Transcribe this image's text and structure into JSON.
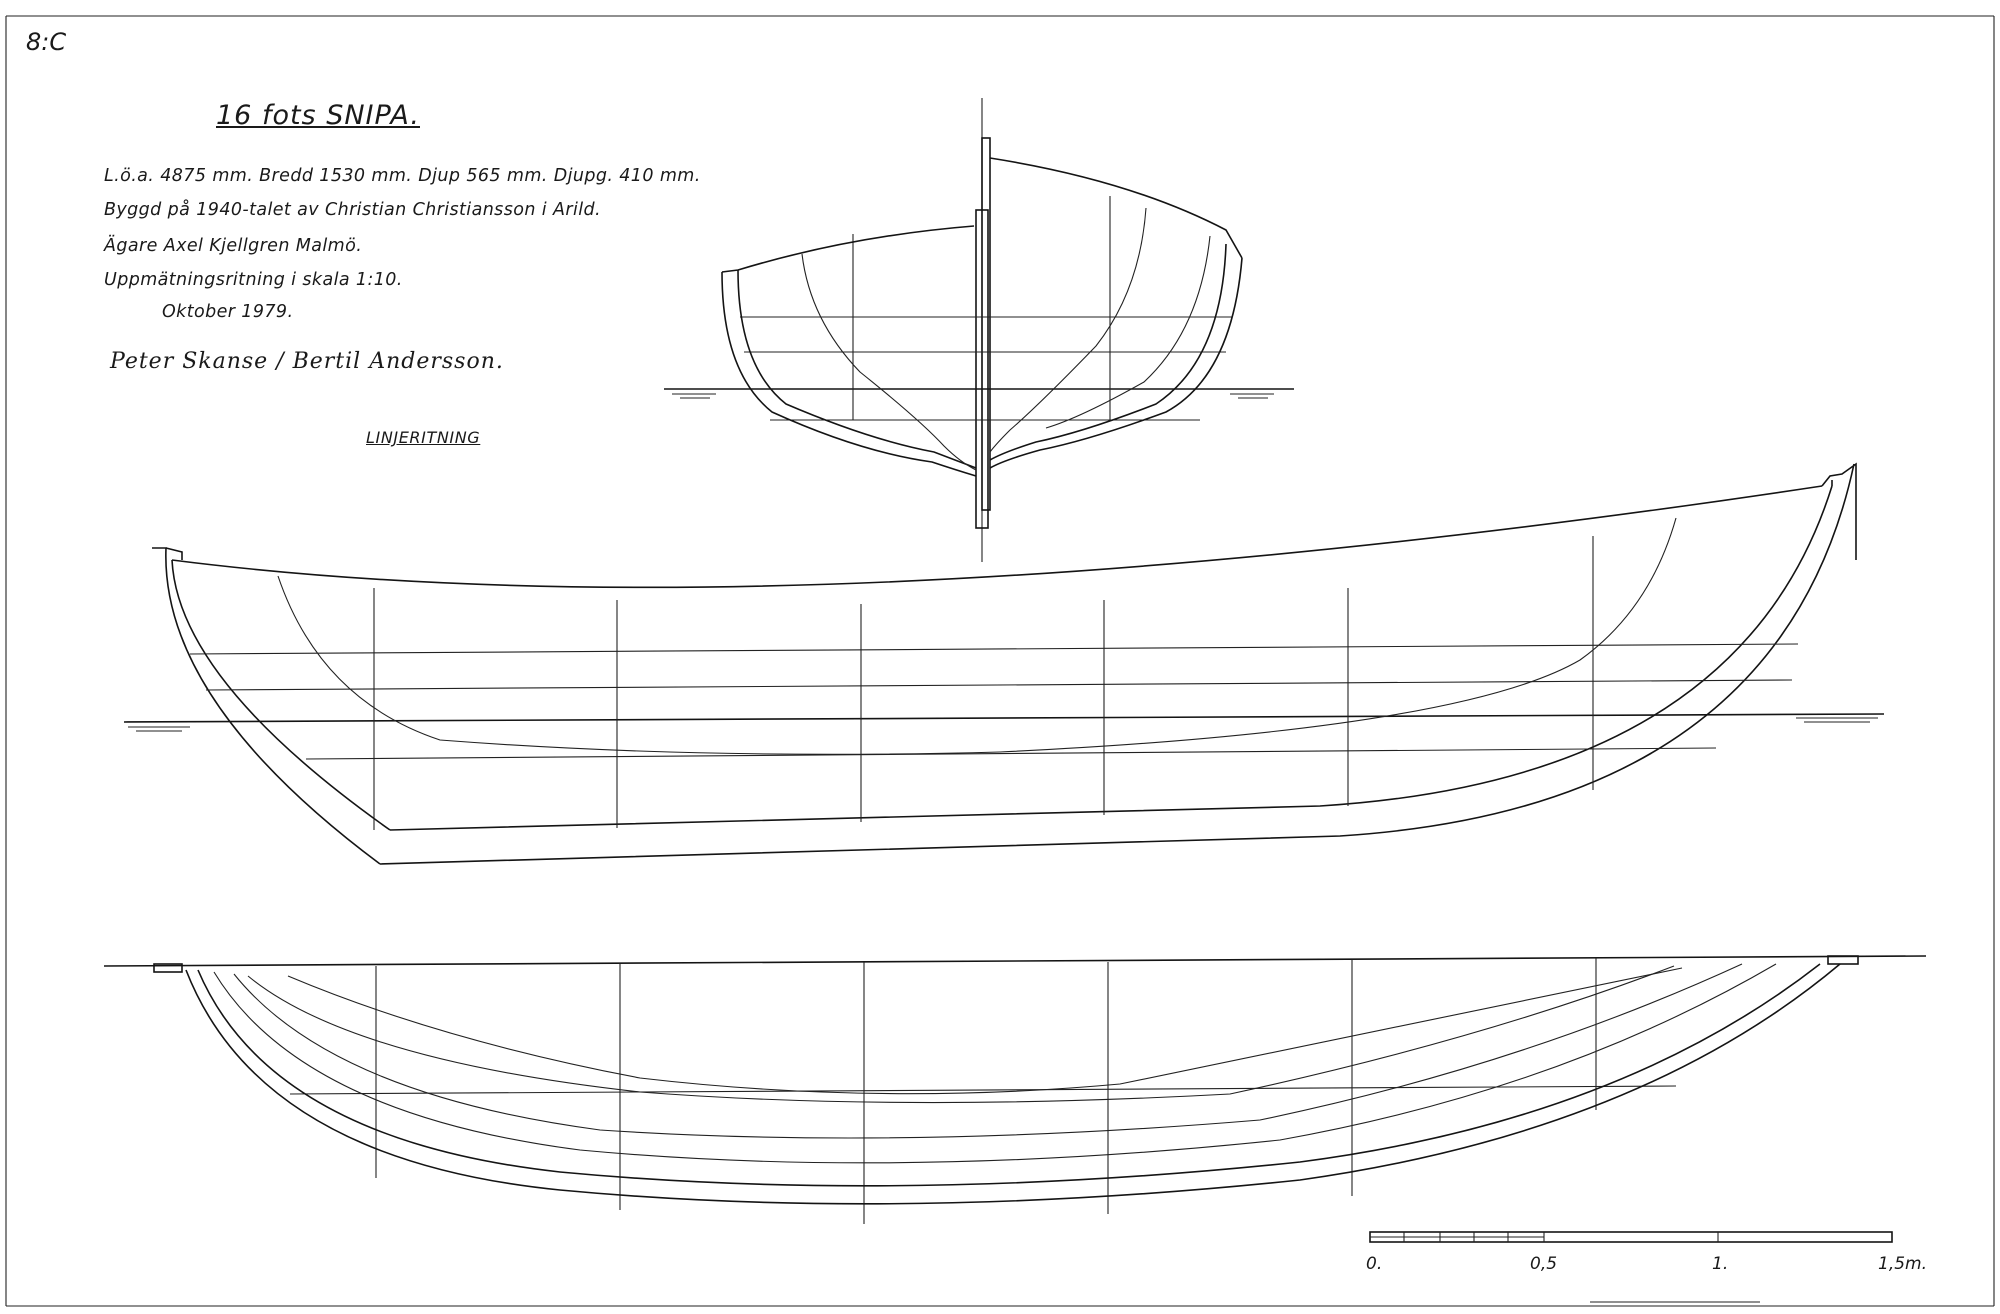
{
  "sheet": {
    "id": "8:C",
    "title": "16 fots SNIPA.",
    "spec_lines": [
      "L.ö.a. 4875 mm. Bredd 1530 mm. Djup 565 mm. Djupg. 410 mm.",
      "Byggd på 1940-talet av Christian Christiansson i Arild.",
      "Ägare Axel Kjellgren Malmö.",
      "Uppmätningsritning i skala 1:10."
    ],
    "date": "Oktober 1979.",
    "signature": "Peter Skanse / Bertil Andersson.",
    "caption": "LINJERITNING"
  },
  "scale_bar": {
    "labels": [
      "0.",
      "0,5",
      "1.",
      "1,5m."
    ]
  },
  "colors": {
    "ink": "#141414",
    "paper": "#ffffff"
  }
}
